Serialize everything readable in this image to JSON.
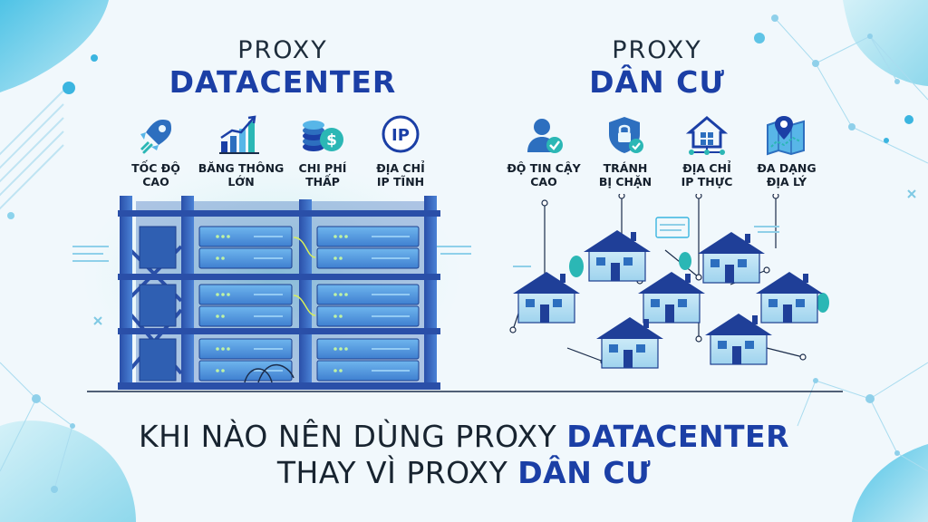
{
  "left": {
    "heading_light": "PROXY",
    "heading_bold": "DATACENTER",
    "features": [
      {
        "icon": "rocket-icon",
        "line1": "TỐC ĐỘ",
        "line2": "CAO"
      },
      {
        "icon": "bar-chart-icon",
        "line1": "BĂNG THÔNG",
        "line2": "LỚN"
      },
      {
        "icon": "coins-dollar-icon",
        "line1": "CHI PHÍ",
        "line2": "THẤP"
      },
      {
        "icon": "ip-badge-icon",
        "line1": "ĐỊA CHỈ",
        "line2": "IP TĨNH",
        "badge": "IP"
      }
    ]
  },
  "right": {
    "heading_light": "PROXY",
    "heading_bold": "DÂN CƯ",
    "features": [
      {
        "icon": "user-check-icon",
        "line1": "ĐỘ TIN CẬY",
        "line2": "CAO"
      },
      {
        "icon": "shield-lock-icon",
        "line1": "TRÁNH",
        "line2": "BỊ CHẶN"
      },
      {
        "icon": "house-network-icon",
        "line1": "ĐỊA CHỈ",
        "line2": "IP THỰC"
      },
      {
        "icon": "map-pin-icon",
        "line1": "ĐA DẠNG",
        "line2": "ĐỊA LÝ"
      }
    ]
  },
  "tagline": {
    "line1_normal": "KHI NÀO NÊN DÙNG PROXY ",
    "line1_bold": "DATACENTER",
    "line2_normal": "THAY VÌ PROXY ",
    "line2_bold": "DÂN CƯ"
  },
  "colors": {
    "navy": "#1b3fa6",
    "blue": "#2d6fbf",
    "light_blue": "#58b6e8",
    "teal": "#2bb7b5",
    "ink": "#182430"
  }
}
